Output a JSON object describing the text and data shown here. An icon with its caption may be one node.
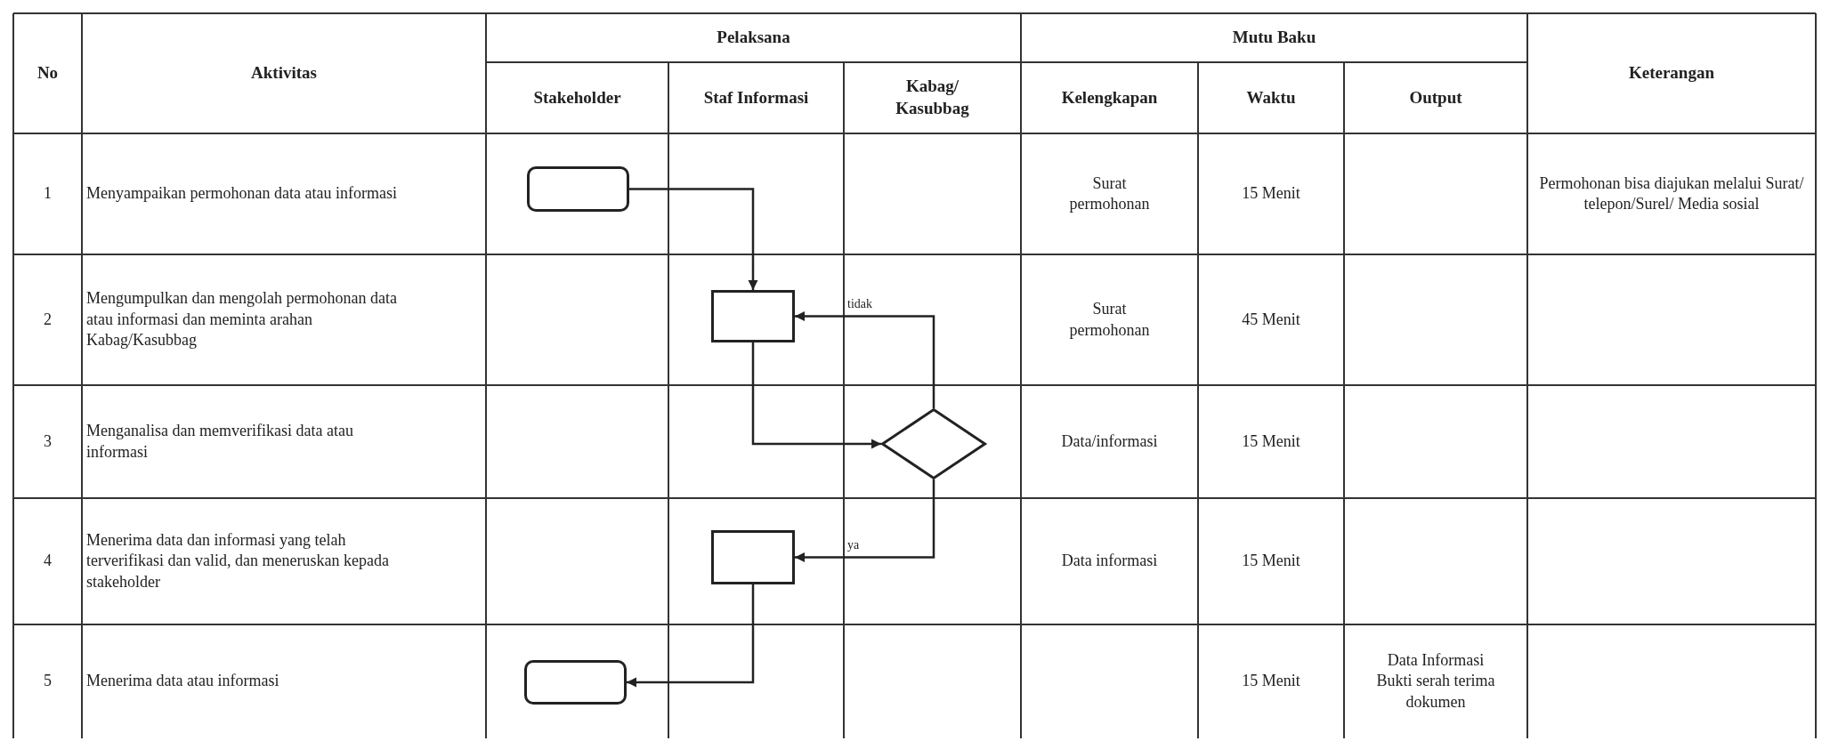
{
  "diagram": {
    "nodes": [
      {
        "text": [],
        "shape": "terminal"
      },
      {
        "text": [],
        "shape": "box"
      },
      {
        "text": [],
        "shape": "diamond"
      },
      {
        "text": [],
        "shape": "box"
      },
      {
        "text": [],
        "shape": "terminal"
      }
    ],
    "edges": [
      {
        "from": 0,
        "to": 1,
        "arrow": "to"
      },
      {
        "from": 1,
        "to": 2,
        "arrow": "to"
      },
      {
        "from": 2,
        "to": 1,
        "arrow": "to",
        "label": "tidak"
      },
      {
        "from": 2,
        "to": 3,
        "arrow": "to",
        "label": "ya"
      },
      {
        "from": 3,
        "to": 4,
        "arrow": "to"
      }
    ],
    "labels": [
      "No",
      "Aktivitas",
      "Pelaksana",
      "Mutu Baku",
      "Keterangan",
      "Stakeholder",
      "Staf Informasi",
      "Kabag/ Kasubbag",
      "Kelengkapan",
      "Waktu",
      "Output",
      "1",
      "Menyampaikan permohonan data atau informasi",
      "Surat permohonan",
      "15 Menit",
      "Permohonan bisa diajukan melalui Surat/ telepon/Surel/ Media sosial",
      "2",
      "Mengumpulkan dan mengolah permohonan data atau informasi dan meminta arahan Kabag/Kasubbag",
      "Surat permohonan",
      "45 Menit",
      "3",
      "Menganalisa dan memverifikasi data atau informasi",
      "Data/informasi",
      "15 Menit",
      "4",
      "Menerima data dan informasi yang telah terverifikasi dan valid, dan meneruskan kepada stakeholder",
      "Data informasi",
      "15 Menit",
      "5",
      "Menerima data atau informasi",
      "15 Menit",
      "Data Informasi Bukti serah terima dokumen"
    ]
  }
}
